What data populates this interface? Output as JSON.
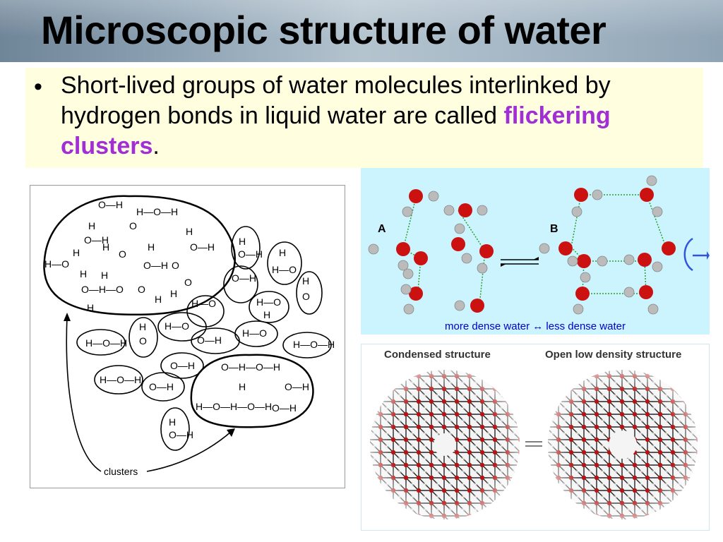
{
  "slide": {
    "title": "Microscopic structure of water",
    "bullet": {
      "text_before": "Short-lived groups of water molecules interlinked by hydrogen bonds in liquid water are called ",
      "highlight": "flickering clusters",
      "text_after": "."
    }
  },
  "left_figure": {
    "label": "clusters"
  },
  "right_top_figure": {
    "label_a": "A",
    "label_b": "B",
    "caption_before": "more dense water ",
    "caption_arrow": "↔",
    "caption_after": " less dense water"
  },
  "right_bottom_figure": {
    "left_label": "Condensed structure",
    "right_label": "Open low density structure"
  },
  "colors": {
    "highlight": "#a22ed6",
    "bullet_box": "#ffffe0",
    "panel_top": "#ccf4ff",
    "caption": "#0000cc",
    "oxygen": "#cc1111",
    "hydrogen": "#bbbbbb"
  }
}
